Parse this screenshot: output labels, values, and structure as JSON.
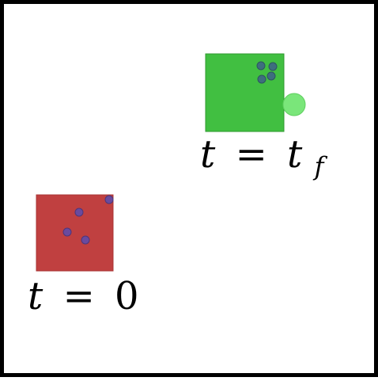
{
  "diagram": {
    "states": [
      {
        "id": "initial",
        "label": {
          "var": "t",
          "eq": "=",
          "val": "0",
          "sub": ""
        },
        "box_color": "#c04040",
        "box_edge_color": "#a83434",
        "particle_color": "#6a4a9e",
        "particle_count": 4
      },
      {
        "id": "final",
        "label": {
          "var": "t",
          "eq": "=",
          "val": "t",
          "sub": "f"
        },
        "box_color": "#41bf41",
        "box_edge_color": "#2f9a2f",
        "particle_color": "#3e6e7e",
        "particle_count": 4,
        "outside_particle_color": "#7ae67a"
      }
    ]
  }
}
